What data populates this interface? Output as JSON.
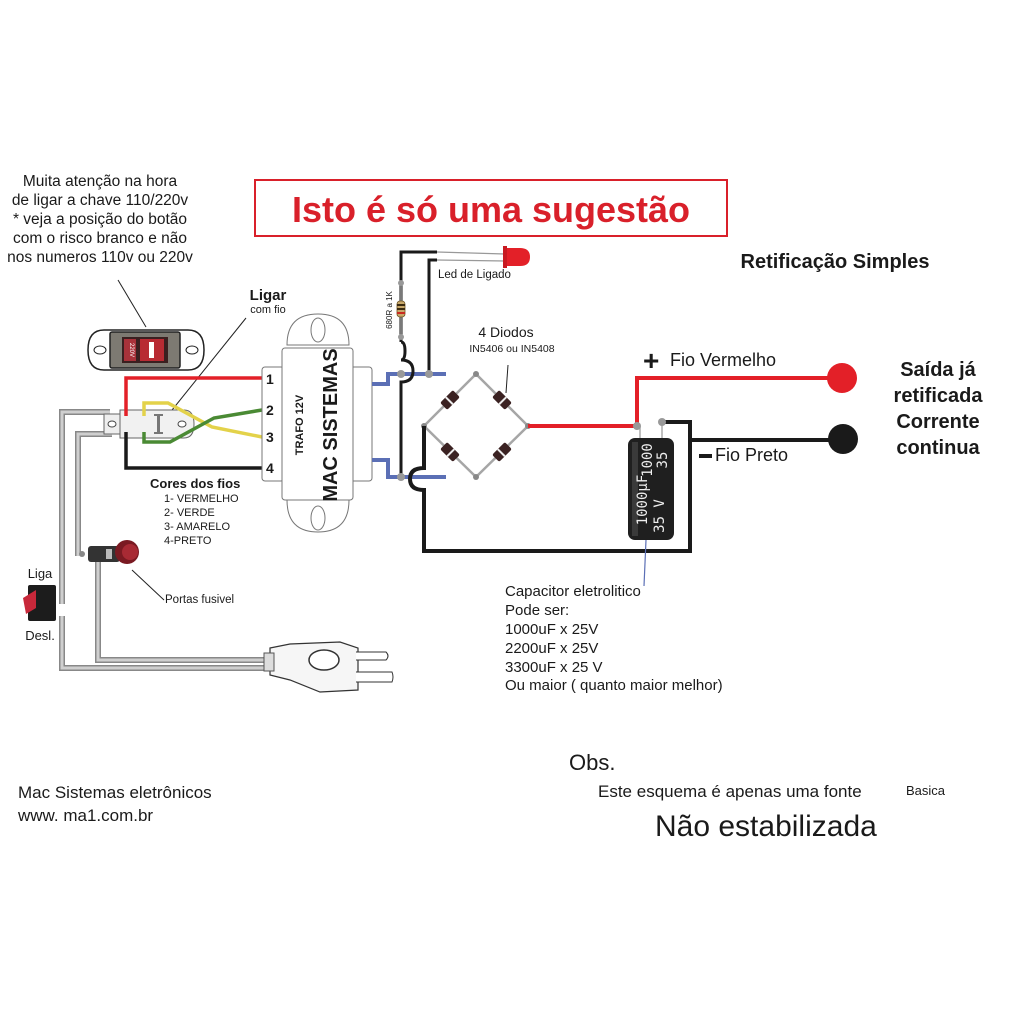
{
  "title": "Isto é só uma sugestão",
  "subtitle": "Retificação Simples",
  "warning_note": {
    "lines": [
      "Muita atenção na hora",
      "de ligar a chave 110/220v",
      "* veja a posição do botão",
      "com o risco branco e não",
      "nos numeros 110v ou 220v"
    ]
  },
  "voltage_switch": {
    "label": "220V"
  },
  "ligar": {
    "title": "Ligar",
    "sub": "com fio"
  },
  "transformer": {
    "brand": "MAC SISTEMAS",
    "model": "TRAFO 12V",
    "pins": [
      "1",
      "2",
      "3",
      "4"
    ]
  },
  "wire_colors": {
    "title": "Cores dos fios",
    "items": [
      "1- VERMELHO",
      "2- VERDE",
      "3- AMARELO",
      "4-PRETO"
    ]
  },
  "resistor": {
    "label": "680R a 1K"
  },
  "led": {
    "label": "Led de Ligado"
  },
  "diodes": {
    "title": "4 Diodos",
    "parts": "IN5406 ou IN5408"
  },
  "capacitor_body": {
    "line1": "1000μF",
    "line2": "35  V",
    "line3": "1000",
    "line4": "35"
  },
  "output": {
    "positive_sign": "+",
    "positive_label": "Fio Vermelho",
    "negative_sign": "-",
    "negative_label": "Fio Preto",
    "note_lines": [
      "Saída já",
      "retificada",
      "Corrente",
      "continua"
    ]
  },
  "capacitor_note": {
    "lines": [
      "Capacitor eletrolitico",
      "Pode ser:",
      "1000uF x 25V",
      "2200uF x 25V",
      "3300uF x 25 V",
      "Ou maior ( quanto maior melhor)"
    ]
  },
  "power_switch": {
    "on_label": "Liga",
    "off_label": "Desl."
  },
  "fuse": {
    "label": "Portas fusivel"
  },
  "footer": {
    "company": "Mac Sistemas eletrônicos",
    "website": "www. ma1.com.br",
    "obs_title": "Obs.",
    "obs_text": "Este esquema é apenas uma fonte",
    "obs_small": "Basica",
    "obs_big": "Não estabilizada"
  },
  "colors": {
    "red": "#e32028",
    "green": "#4a8a34",
    "yellow": "#e3d24a",
    "black": "#1a1a1a",
    "blue": "#5b6fb5",
    "gray": "#9a9a9a",
    "title_red": "#d9202a"
  }
}
